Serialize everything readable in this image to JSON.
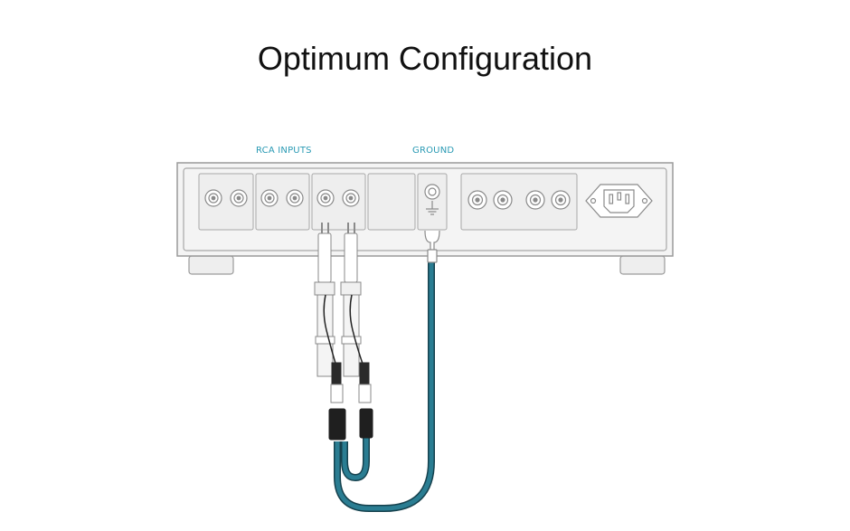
{
  "title": "Optimum Configuration",
  "labels": {
    "rca_inputs": "RCA INPUTS",
    "ground": "GROUND"
  },
  "colors": {
    "label": "#2a9ab4",
    "cable": "#1f5a6a",
    "chassis_outline": "#9a9a9a",
    "chassis_fill": "#f4f4f4"
  },
  "icons": {
    "ground": "ground-symbol-icon",
    "power": "iec-power-inlet-icon"
  }
}
